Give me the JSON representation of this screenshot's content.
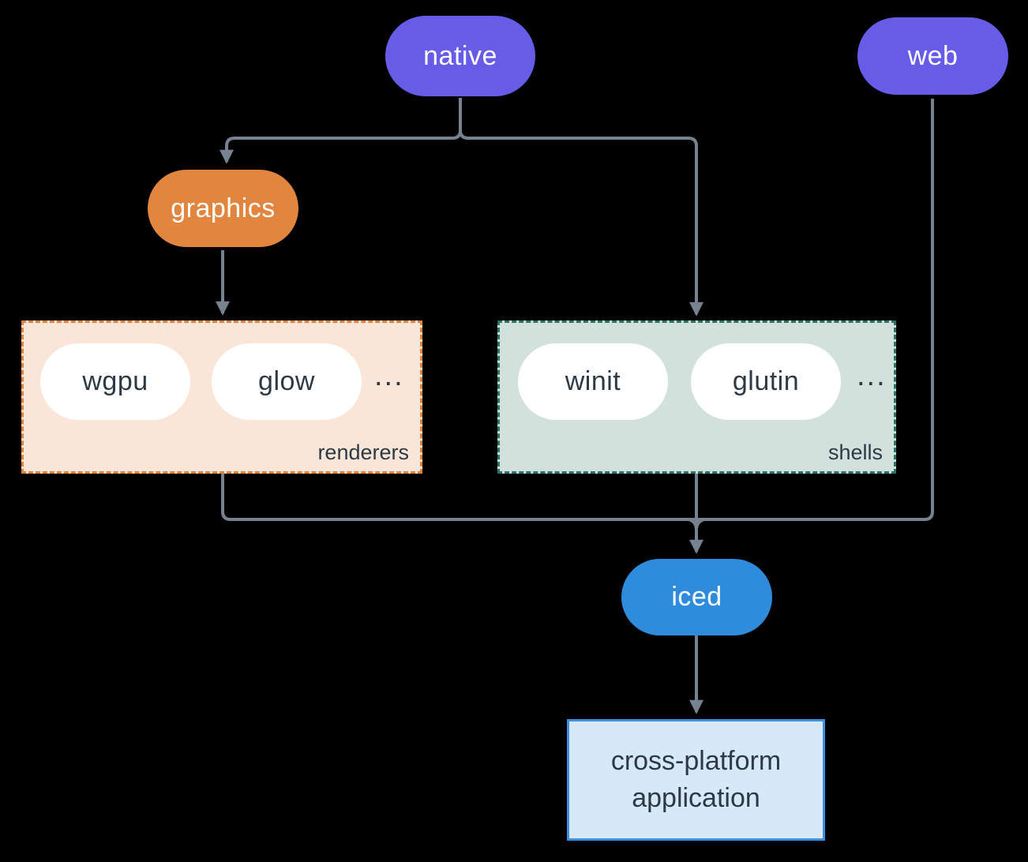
{
  "nodes": {
    "native": {
      "label": "native"
    },
    "web": {
      "label": "web"
    },
    "graphics": {
      "label": "graphics"
    },
    "iced": {
      "label": "iced"
    },
    "application": {
      "line1": "cross-platform",
      "line2": "application"
    }
  },
  "groups": {
    "renderers": {
      "label": "renderers",
      "items": [
        "wgpu",
        "glow"
      ],
      "ellipsis": "..."
    },
    "shells": {
      "label": "shells",
      "items": [
        "winit",
        "glutin"
      ],
      "ellipsis": "..."
    }
  },
  "edges": [
    {
      "from": "native",
      "to": "graphics"
    },
    {
      "from": "native",
      "to": "shells"
    },
    {
      "from": "graphics",
      "to": "renderers"
    },
    {
      "from": "renderers",
      "to": "iced"
    },
    {
      "from": "shells",
      "to": "iced"
    },
    {
      "from": "web",
      "to": "iced"
    },
    {
      "from": "iced",
      "to": "application"
    }
  ],
  "colors": {
    "node_purple": "#675CE8",
    "node_orange": "#E1853F",
    "node_blue": "#2F8BDB",
    "pill_text": "#FFFFFF",
    "renderers_fill": "#FAE6D8",
    "renderers_border": "#E0823C",
    "shells_fill": "#D3E1DC",
    "shells_border": "#2A7466",
    "application_fill": "#D7E8F8",
    "application_border": "#3E8FDF",
    "connector": "#76828F",
    "dark_text": "#2D3A46",
    "background": "#000000"
  }
}
